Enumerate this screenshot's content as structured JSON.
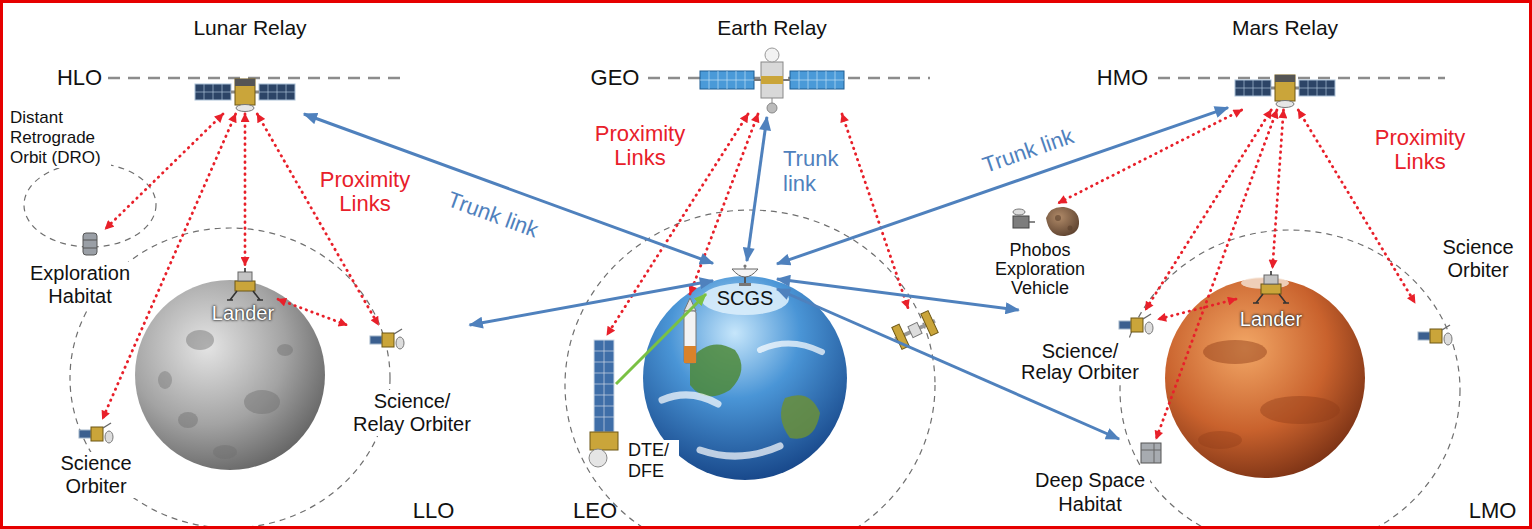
{
  "diagram": {
    "nodes": [
      {
        "text": [
          "Lunar Relay"
        ]
      },
      {
        "text": [
          "Exploration Habitat"
        ]
      },
      {
        "text": [
          "Lander"
        ]
      },
      {
        "text": [
          "Science Orbiter"
        ]
      },
      {
        "text": [
          "Science/ Relay Orbiter"
        ]
      },
      {
        "text": [
          "Earth Relay"
        ]
      },
      {
        "text": [
          "SCGS"
        ]
      },
      {
        "text": [
          "Mars Relay"
        ]
      },
      {
        "text": [
          "Phobos Exploration Vehicle"
        ]
      },
      {
        "text": [
          "Science/ Relay Orbiter"
        ]
      },
      {
        "text": [
          "Lander"
        ]
      },
      {
        "text": [
          "Science Orbiter"
        ]
      },
      {
        "text": [
          "Deep Space Habitat"
        ]
      }
    ],
    "edges": [
      {
        "from": 6,
        "to": 0,
        "arrow": "both",
        "label": "Trunk link"
      },
      {
        "from": 6,
        "to": 5,
        "arrow": "both",
        "label": "Trunk link"
      },
      {
        "from": 6,
        "to": 7,
        "arrow": "both",
        "label": "Trunk link"
      },
      {
        "from": 6,
        "to": 4,
        "arrow": "both"
      },
      {
        "from": 6,
        "to": 9,
        "arrow": "both"
      },
      {
        "from": 6,
        "to": 12,
        "arrow": "both"
      },
      {
        "from": 0,
        "to": 1,
        "arrow": "both"
      },
      {
        "from": 0,
        "to": 2,
        "arrow": "both"
      },
      {
        "from": 0,
        "to": 3,
        "arrow": "both"
      },
      {
        "from": 0,
        "to": 4,
        "arrow": "both"
      },
      {
        "from": 2,
        "to": 4,
        "arrow": "both"
      },
      {
        "from": 7,
        "to": 8,
        "arrow": "both"
      },
      {
        "from": 7,
        "to": 9,
        "arrow": "both"
      },
      {
        "from": 7,
        "to": 10,
        "arrow": "both"
      },
      {
        "from": 7,
        "to": 11,
        "arrow": "both"
      },
      {
        "from": 7,
        "to": 12,
        "arrow": "both"
      },
      {
        "from": 10,
        "to": 9,
        "arrow": "both"
      }
    ],
    "labels": [
      "HLO",
      "Distant Retrograde Orbit (DRO)",
      "Proximity Links",
      "LLO",
      "GEO",
      "Proximity Links",
      "DTE/ DFE",
      "LEO",
      "HMO",
      "Proximity Links",
      "LMO"
    ]
  }
}
